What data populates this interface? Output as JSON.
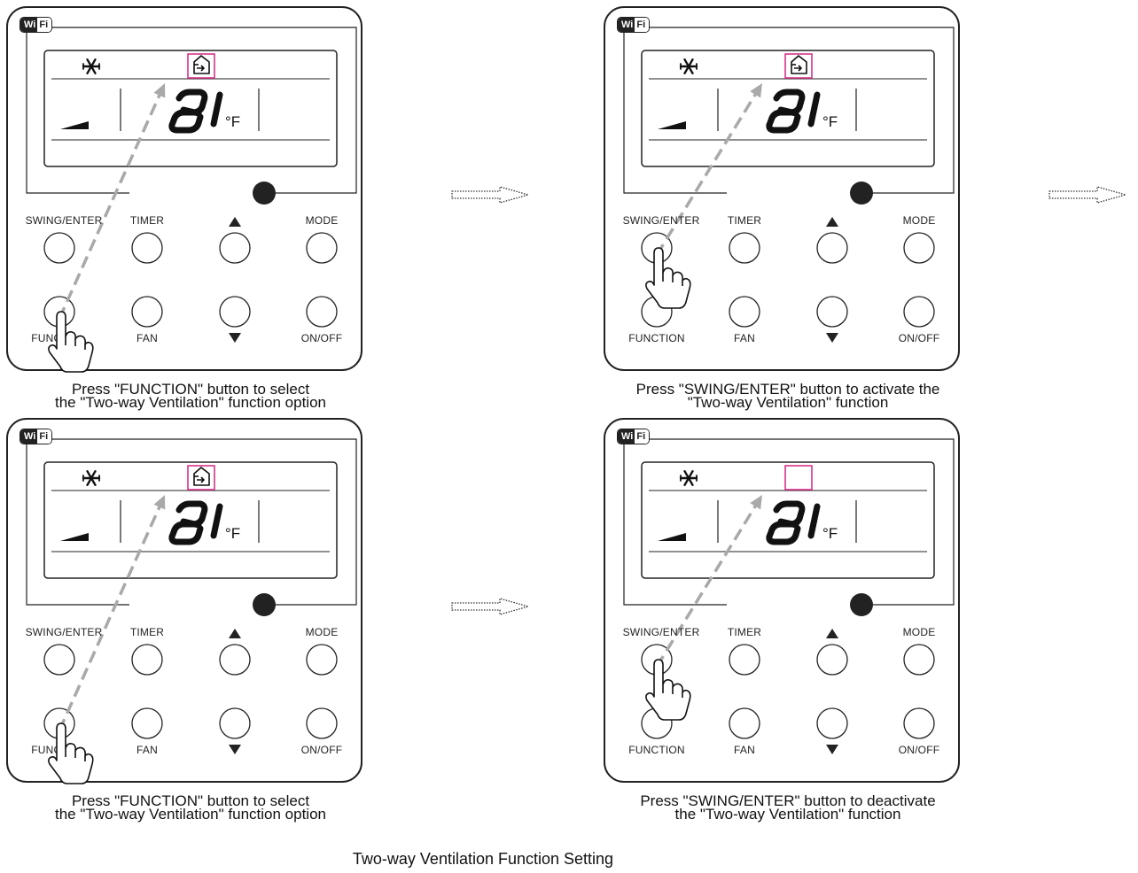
{
  "figure_title": "Two-way Ventilation Function Setting",
  "wifi": {
    "part1": "Wi",
    "part2": "Fi"
  },
  "display": {
    "temperature": "81",
    "unit": "°F"
  },
  "buttons": {
    "swing_enter": "SWING/ENTER",
    "timer": "TIMER",
    "mode": "MODE",
    "function": "FUNCTION",
    "fan": "FAN",
    "on_off": "ON/OFF"
  },
  "icons": {
    "mode_icon": "snowflake-icon",
    "ventilation_icon": "house-ventilation-icon",
    "up_icon": "triangle-up-icon",
    "down_icon": "triangle-down-icon",
    "hand_icon": "pointing-hand-icon",
    "step_arrow": "dotted-right-arrow-icon"
  },
  "colors": {
    "highlight": "#d6338a",
    "pointer": "#a9a9a9",
    "line": "#222222"
  },
  "panels": [
    {
      "id": "p1",
      "pressed_button": "function",
      "ventilation_icon_shown": true,
      "caption_line1": "Press \"FUNCTION\" button to select",
      "caption_line2": "the \"Two-way Ventilation\" function option"
    },
    {
      "id": "p2",
      "pressed_button": "swing_enter",
      "ventilation_icon_shown": true,
      "caption_line1": "Press \"SWING/ENTER\" button to activate the",
      "caption_line2": "\"Two-way Ventilation\" function"
    },
    {
      "id": "p3",
      "pressed_button": "function",
      "ventilation_icon_shown": true,
      "caption_line1": "Press \"FUNCTION\" button to select",
      "caption_line2": "the \"Two-way Ventilation\" function option"
    },
    {
      "id": "p4",
      "pressed_button": "swing_enter",
      "ventilation_icon_shown": false,
      "caption_line1": "Press \"SWING/ENTER\" button to deactivate",
      "caption_line2": "the \"Two-way Ventilation\" function"
    }
  ]
}
